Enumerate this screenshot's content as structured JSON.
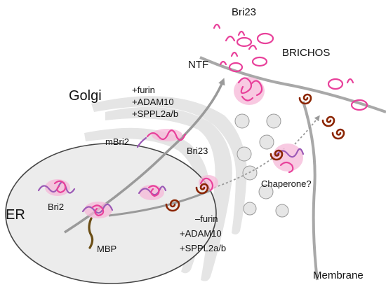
{
  "labels": {
    "golgi": "Golgi",
    "er": "ER",
    "membrane": "Membrane",
    "bri23_top": "Bri23",
    "brichos": "BRICHOS",
    "ntf": "NTF",
    "mbri2": "mBri2",
    "bri23_mid": "Bri23",
    "bri2": "Bri2",
    "mbp": "MBP",
    "chaperone": "Chaperone?",
    "golgi_enzymes": [
      "+furin",
      "+ADAM10",
      "+SPPL2a/b"
    ],
    "lower_enzymes": [
      "–furin",
      "+ADAM10",
      "+SPPL2a/b"
    ]
  },
  "colors": {
    "magenta": "#e8409a",
    "pink_halo": "#f6b8d8",
    "purple": "#9b59b6",
    "brown": "#8b2500",
    "olive": "#6b4e16",
    "grey_fill": "#ececec",
    "grey_line": "#999999",
    "vesicle": "#e6e6e6"
  }
}
